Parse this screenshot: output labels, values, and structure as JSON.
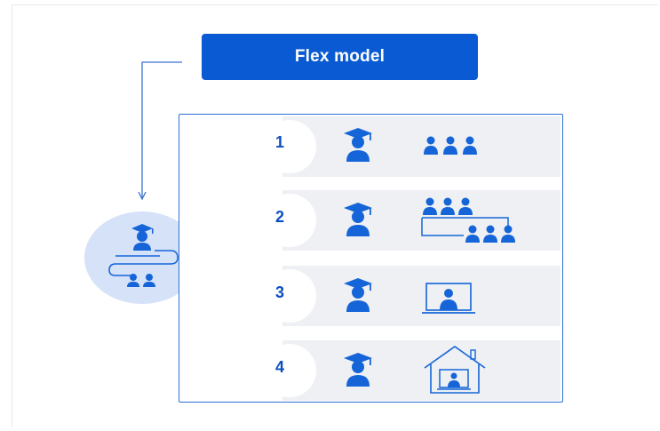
{
  "title": "Flex model",
  "rows": [
    {
      "number": "1",
      "student_icon": "graduate-student-icon",
      "group_icon": "group-of-three-icon"
    },
    {
      "number": "2",
      "student_icon": "graduate-student-icon",
      "group_icon": "rotating-groups-icon"
    },
    {
      "number": "3",
      "student_icon": "graduate-student-icon",
      "group_icon": "online-screen-icon"
    },
    {
      "number": "4",
      "student_icon": "graduate-student-icon",
      "group_icon": "home-learning-icon"
    }
  ],
  "side_icon": "flex-learning-path-icon",
  "colors": {
    "accent": "#0a5bd3",
    "icon": "#1565d8",
    "row_bg": "#eef0f3",
    "circle_bg": "#d6e2f8",
    "border": "#2f6fd6"
  }
}
